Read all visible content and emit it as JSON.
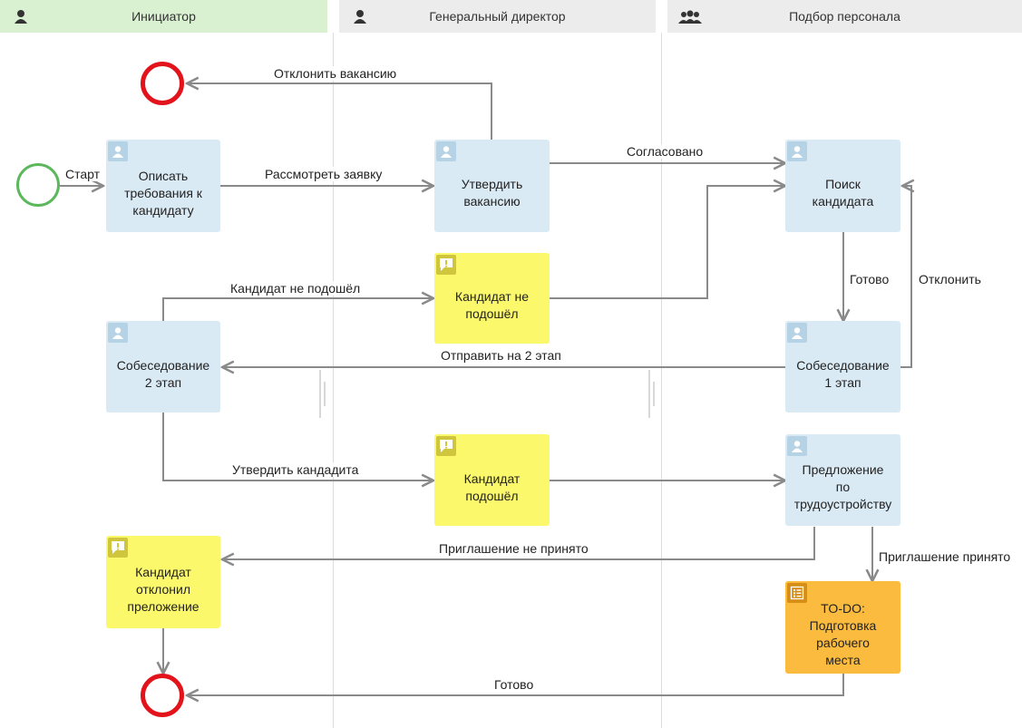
{
  "lanes": [
    {
      "name": "Инициатор",
      "color": "#d9f0d1",
      "icon": "user-icon"
    },
    {
      "name": "Генеральный директор",
      "color": "#ececec",
      "icon": "user-icon"
    },
    {
      "name": "Подбор персонала",
      "color": "#ececec",
      "icon": "group-icon"
    }
  ],
  "nodes": {
    "describe": {
      "text": "Описать\nтребования к\nкандидату",
      "kind": "task"
    },
    "approve_vacancy": {
      "text": "Утвердить\nвакансию",
      "kind": "task"
    },
    "search": {
      "text": "Поиск\nкандидата",
      "kind": "task"
    },
    "cand_not_fit": {
      "text": "Кандидат не\nподошёл",
      "kind": "note"
    },
    "interview2": {
      "text": "Собеседование\n2 этап",
      "kind": "task"
    },
    "interview1": {
      "text": "Собеседование\n1 этап",
      "kind": "task"
    },
    "cand_fit": {
      "text": "Кандидат\nподошёл",
      "kind": "note"
    },
    "offer": {
      "text": "Предложение\nпо\nтрудоустройству",
      "kind": "task"
    },
    "cand_declined": {
      "text": "Кандидат\nотклонил\nпреложение",
      "kind": "note"
    },
    "todo": {
      "text": "TO-DO:\nПодготовка\nрабочего\nместа",
      "kind": "todo"
    }
  },
  "labels": {
    "start": "Старт",
    "reject_vacancy": "Отклонить вакансию",
    "review_request": "Рассмотреть заявку",
    "approved": "Согласовано",
    "not_fit": "Кандидат не подошёл",
    "done": "Готово",
    "reject": "Отклонить",
    "send_stage2": "Отправить на 2 этап",
    "approve_candidate": "Утвердить кандадита",
    "invite_declined": "Приглашение не принято",
    "invite_accepted": "Приглашение принято",
    "done_final": "Готово"
  },
  "colors": {
    "task": "#daeaf4",
    "note": "#fbf86b",
    "todo": "#fbbb3f",
    "start_event": "#5cb85c",
    "end_event": "#e3131b",
    "edge": "#8a8a8a"
  }
}
